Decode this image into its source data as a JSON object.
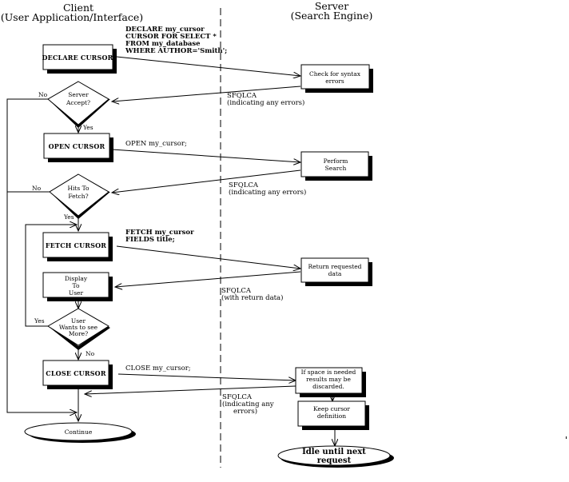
{
  "lanes": {
    "client": {
      "title": "Client",
      "subtitle": "(User Application/Interface)"
    },
    "server": {
      "title": "Server",
      "subtitle": "(Search Engine)"
    }
  },
  "client_nodes": {
    "declare_cursor": "DECLARE CURSOR",
    "server_accept": [
      "Server",
      "Accept?"
    ],
    "open_cursor": "OPEN CURSOR",
    "hits_to_fetch": [
      "Hits To",
      "Fetch?"
    ],
    "fetch_cursor": "FETCH CURSOR",
    "display_to_user": [
      "Display",
      "To",
      "User"
    ],
    "user_wants_more": [
      "User",
      "Wants to see",
      "More?"
    ],
    "close_cursor": "CLOSE CURSOR",
    "continue": "Continue"
  },
  "server_nodes": {
    "check_syntax": [
      "Check for syntax",
      "errors"
    ],
    "perform_search": [
      "Perform",
      "Search"
    ],
    "return_data": [
      "Return requested",
      "data"
    ],
    "space_needed": [
      "If space is needed",
      "results may be",
      "discarded."
    ],
    "keep_definition": [
      "Keep cursor",
      "definition"
    ],
    "idle": [
      "Idle until next",
      "request"
    ]
  },
  "messages": {
    "declare_sql": [
      "DECLARE my_cursor",
      "CURSOR FOR SELECT *",
      "FROM my_database",
      "WHERE AUTHOR='Smith';"
    ],
    "open_sql": "OPEN my_cursor;",
    "fetch_sql": [
      "FETCH my_cursor",
      "FIELDS title;"
    ],
    "close_sql": "CLOSE my_cursor;",
    "reply_1": [
      "SFQLCA",
      "(indicating any errors)"
    ],
    "reply_2": [
      "SFQLCA",
      "(indicating any errors)"
    ],
    "reply_3": [
      "SFQLCA",
      "(with return data)"
    ],
    "reply_4": [
      "SFQLCA",
      "(indicating any",
      "errors)"
    ]
  },
  "branch_labels": {
    "yes": "Yes",
    "no": "No"
  }
}
